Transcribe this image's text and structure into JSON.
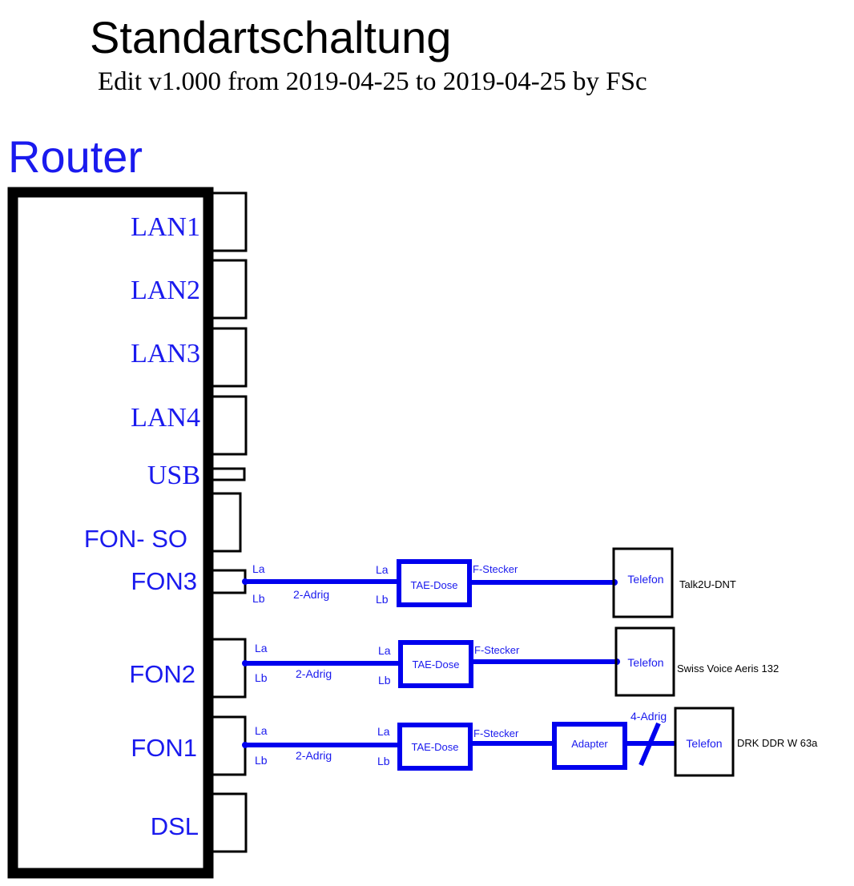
{
  "header": {
    "title": "Standartschaltung",
    "subtitle": "Edit v1.000 from 2019-04-25 to 2019-04-25 by FSc"
  },
  "router": {
    "label": "Router",
    "ports": {
      "lan1": "LAN1",
      "lan2": "LAN2",
      "lan3": "LAN3",
      "lan4": "LAN4",
      "usb": "USB",
      "fon_so": "FON- SO",
      "fon3": "FON3",
      "fon2": "FON2",
      "fon1": "FON1",
      "dsl": "DSL"
    }
  },
  "lines": [
    {
      "la": "La",
      "lb": "Lb",
      "cable": "2-Adrig",
      "tae_la": "La",
      "tae_lb": "Lb",
      "tae": "TAE-Dose",
      "plug": "F-Stecker",
      "phone": "Telefon",
      "device": "Talk2U-DNT"
    },
    {
      "la": "La",
      "lb": "Lb",
      "cable": "2-Adrig",
      "tae_la": "La",
      "tae_lb": "Lb",
      "tae": "TAE-Dose",
      "plug": "F-Stecker",
      "phone": "Telefon",
      "device": "Swiss Voice Aeris 132"
    },
    {
      "la": "La",
      "lb": "Lb",
      "cable": "2-Adrig",
      "tae_la": "La",
      "tae_lb": "Lb",
      "tae": "TAE-Dose",
      "plug": "F-Stecker",
      "adapter": "Adapter",
      "four_wire": "4-Adrig",
      "phone": "Telefon",
      "device": "DRK DDR W 63a"
    }
  ],
  "colors": {
    "wire": "#0000ee",
    "label": "#1a1aee",
    "outline": "#000000"
  }
}
